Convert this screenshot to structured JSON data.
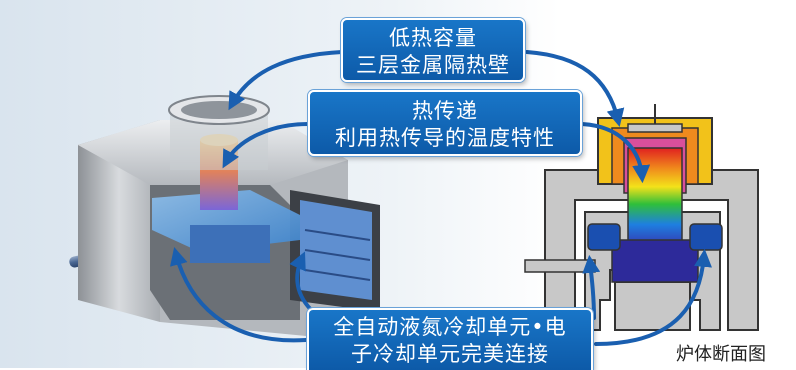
{
  "callouts": {
    "low_heat_capacity": [
      "低热容量",
      "三层金属隔热壁"
    ],
    "heat_transfer": [
      "热传递",
      "利用热传导的温度特性"
    ],
    "cooling_units": [
      "全自动液氮冷却单元•电",
      "子冷却单元完美连接"
    ]
  },
  "caption": "炉体断面图",
  "colors": {
    "callout_blue": "#1468b8",
    "arrow_blue": "#1a5fb0",
    "furnace_outline": "#333333",
    "furnace_gray": "#c8c8c8",
    "cooling_blue": "#1a4fb0"
  }
}
